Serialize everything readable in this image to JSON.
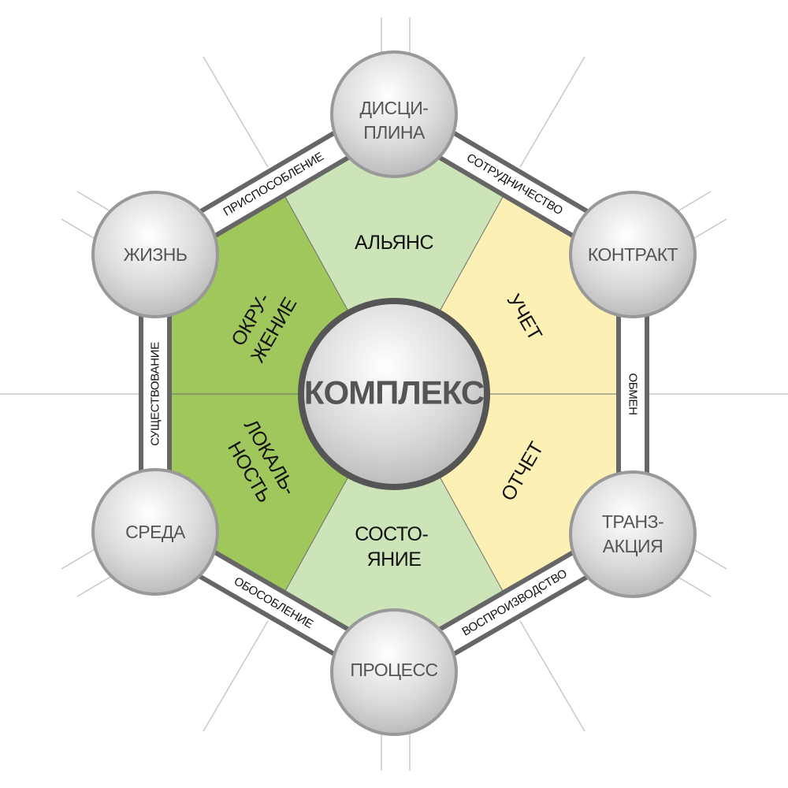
{
  "colors": {
    "dark_green": "#9fc75b",
    "light_green": "#cde3b8",
    "yellow": "#fdf0b5",
    "band_border": "#666666",
    "center_border": "#555555"
  },
  "center": {
    "label": "КОМПЛЕКС"
  },
  "nodes": {
    "top": {
      "line1": "ДИСЦИ-",
      "line2": "ПЛИНА"
    },
    "upper_right": {
      "label": "КОНТРАКТ"
    },
    "lower_right": {
      "line1": "ТРАНЗ-",
      "line2": "АКЦИЯ"
    },
    "bottom": {
      "label": "ПРОЦЕСС"
    },
    "lower_left": {
      "label": "СРЕДА"
    },
    "upper_left": {
      "label": "ЖИЗНЬ"
    }
  },
  "edges": {
    "top_left": "ПРИСПОСОБЛЕНИЕ",
    "top_right": "СОТРУДНИЧЕСТВО",
    "right": "ОБМЕН",
    "bottom_right": "ВОСПРОИЗВОДСТВО",
    "bottom_left": "ОБОСОБЛЕНИЕ",
    "left": "СУЩЕСТВОВАНИЕ"
  },
  "sectors": {
    "top": {
      "label": "АЛЬЯНС"
    },
    "upper_right": {
      "label": "УЧЕТ"
    },
    "lower_right": {
      "label": "ОТЧЕТ"
    },
    "bottom": {
      "line1": "СОСТО-",
      "line2": "ЯНИЕ"
    },
    "lower_left": {
      "line1": "ЛОКАЛЬ-",
      "line2": "НОСТЬ"
    },
    "upper_left": {
      "line1": "ОКРУ-",
      "line2": "ЖЕНИЕ"
    }
  }
}
